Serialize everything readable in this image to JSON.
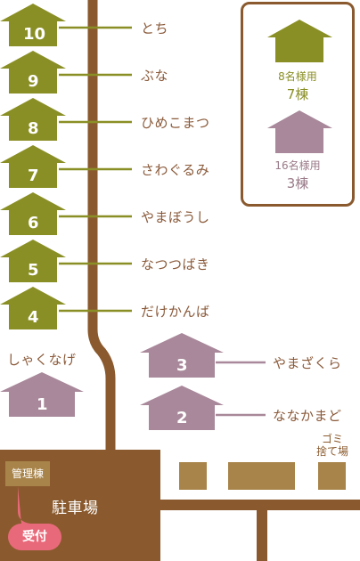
{
  "cabins": [
    {
      "num": "10",
      "name": "とち",
      "type": "olive"
    },
    {
      "num": "9",
      "name": "ぶな",
      "type": "olive"
    },
    {
      "num": "8",
      "name": "ひめこまつ",
      "type": "olive"
    },
    {
      "num": "7",
      "name": "さわぐるみ",
      "type": "olive"
    },
    {
      "num": "6",
      "name": "やまぼうし",
      "type": "olive"
    },
    {
      "num": "5",
      "name": "なつつばき",
      "type": "olive"
    },
    {
      "num": "4",
      "name": "だけかんば",
      "type": "olive"
    },
    {
      "num": "3",
      "name": "やまざくら",
      "type": "mauve"
    },
    {
      "num": "2",
      "name": "ななかまど",
      "type": "mauve"
    },
    {
      "num": "1",
      "name": "しゃくなげ",
      "type": "mauve"
    }
  ],
  "legend": {
    "olive": {
      "line1": "8名様用",
      "line2": "7棟",
      "color": "#8a8f25"
    },
    "mauve": {
      "line1": "16名様用",
      "line2": "3棟",
      "color": "#a8889a"
    }
  },
  "facilities": {
    "office": "管理棟",
    "parking": "駐車場",
    "reception": "受付",
    "trash_line1": "ゴミ",
    "trash_line2": "捨て場"
  },
  "colors": {
    "road": "#8a5a2e",
    "olive": "#8a8f25",
    "mauve": "#a8889a",
    "building": "#a8844a",
    "reception": "#e86a7a"
  }
}
